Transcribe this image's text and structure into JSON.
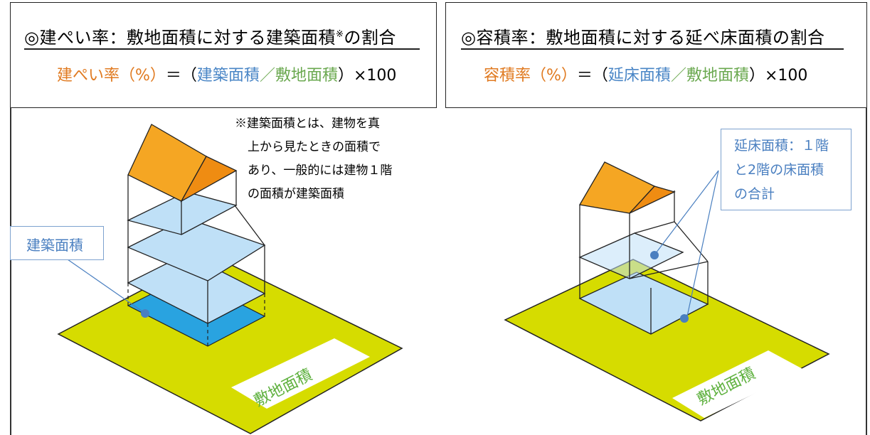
{
  "left": {
    "heading": "◎建ぺい率：敷地面積に対する建築面積",
    "heading_mark": "※",
    "heading_tail": "の割合",
    "formula": {
      "name": "建ぺい率（%）",
      "eq_open": "＝（",
      "numerator": "建築面積",
      "slash": "／",
      "denominator": "敷地面積",
      "close_times": "）×100"
    },
    "note_lines": [
      "※建築面積とは、建物を真",
      "上から見たときの面積で",
      "あり、一般的には建物１階",
      "の面積が建築面積"
    ],
    "callout_label": "建築面積",
    "site_label": "敷地面積"
  },
  "right": {
    "heading": "◎容積率：敷地面積に対する延べ床面積の割合",
    "formula": {
      "name": "容積率（%）",
      "eq_open": "＝（",
      "numerator": "延床面積",
      "slash": "／",
      "denominator": "敷地面積",
      "close_times": "）×100"
    },
    "callout_lines": [
      "延床面積：１階",
      "と2階の床面積",
      "の合計"
    ],
    "site_label": "敷地面積"
  },
  "colors": {
    "orange_text": "#e07a20",
    "blue_text": "#4a86c6",
    "green_text": "#6aa84f",
    "roof": "#f5a623",
    "roof_side": "#ef8c12",
    "floor_light": "#bfe0f7",
    "footprint": "#29a3e0",
    "site": "#d6dc00"
  }
}
